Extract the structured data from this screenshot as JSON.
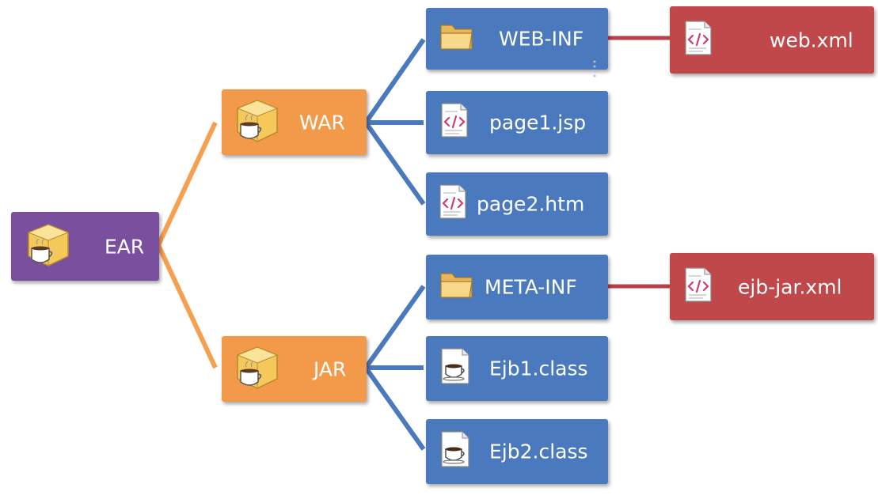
{
  "colors": {
    "ear": "#7a4f9e",
    "archive": "#f39a4a",
    "file": "#4a79bd",
    "descriptor": "#c0484a",
    "orange_line": "#f5a050",
    "blue_line": "#4a79bd",
    "red_line": "#b8404a"
  },
  "nodes": {
    "ear": {
      "label": "EAR",
      "icon": "java-archive-icon"
    },
    "war": {
      "label": "WAR",
      "icon": "java-archive-icon"
    },
    "jar": {
      "label": "JAR",
      "icon": "java-archive-icon"
    },
    "web_inf": {
      "label": "WEB-INF",
      "icon": "folder-icon"
    },
    "page1": {
      "label": "page1.jsp",
      "icon": "markup-file-icon"
    },
    "page2": {
      "label": "page2.htm",
      "icon": "markup-file-icon"
    },
    "meta_inf": {
      "label": "META-INF",
      "icon": "folder-icon"
    },
    "ejb1": {
      "label": "Ejb1.class",
      "icon": "java-class-file-icon"
    },
    "ejb2": {
      "label": "Ejb2.class",
      "icon": "java-class-file-icon"
    },
    "web_xml": {
      "label": "web.xml",
      "icon": "markup-file-icon"
    },
    "ejb_jar_xml": {
      "label": "ejb-jar.xml",
      "icon": "markup-file-icon"
    }
  }
}
